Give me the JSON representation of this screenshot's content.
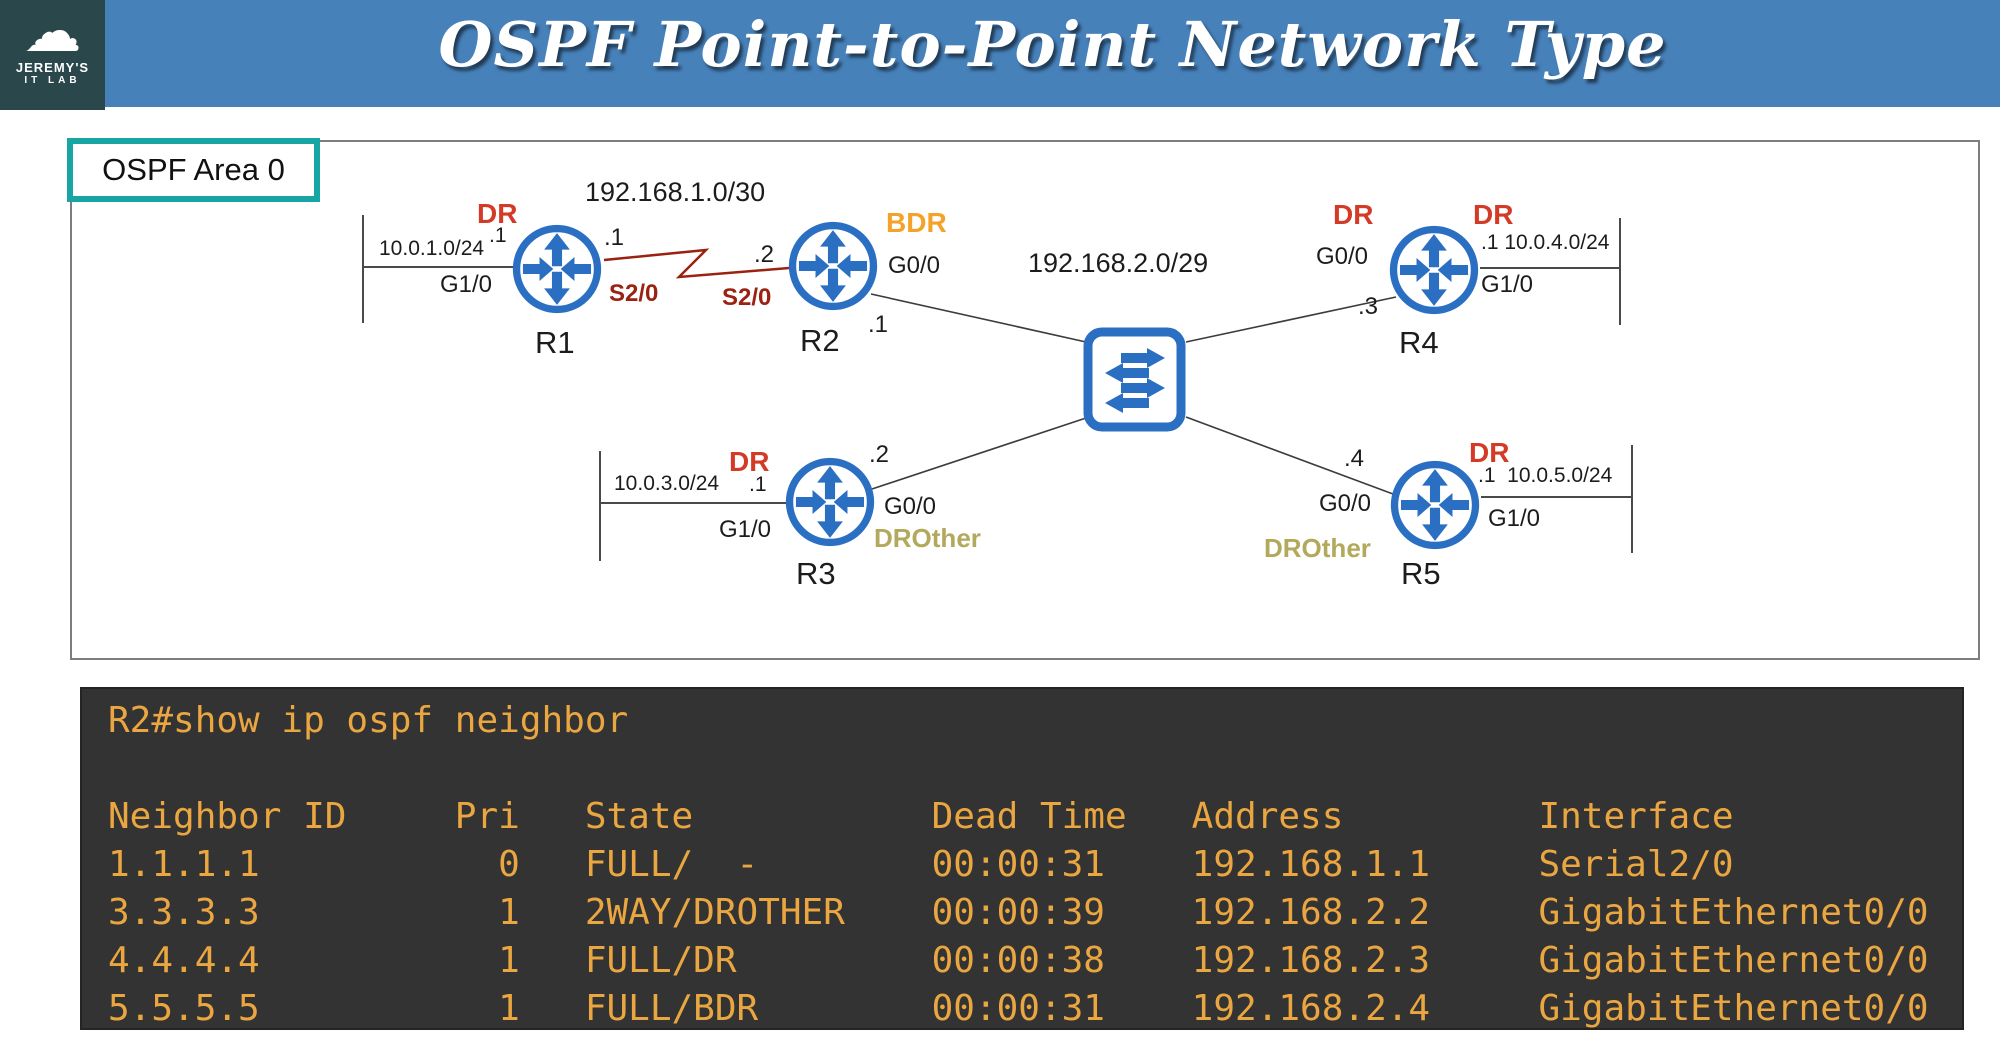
{
  "header": {
    "logo": {
      "line1": "JEREMY'S",
      "line2": "IT LAB"
    },
    "title": "OSPF Point-to-Point Network Type"
  },
  "diagram": {
    "area_label": "OSPF Area 0",
    "serial_network": "192.168.1.0/30",
    "multiaccess_network": "192.168.2.0/29",
    "r1": {
      "name": "R1",
      "role": "DR",
      "lan_network": "10.0.1.0/24",
      "lan_ip": ".1",
      "lan_if": "G1/0",
      "serial_ip": ".1",
      "serial_if": "S2/0"
    },
    "r2": {
      "name": "R2",
      "role": "BDR",
      "serial_ip": ".2",
      "serial_if": "S2/0",
      "eth_if": "G0/0",
      "eth_ip": ".1"
    },
    "r3": {
      "name": "R3",
      "lan_role": "DR",
      "eth_role": "DROther",
      "lan_network": "10.0.3.0/24",
      "lan_ip": ".1",
      "lan_if": "G1/0",
      "eth_ip": ".2",
      "eth_if": "G0/0"
    },
    "r4": {
      "name": "R4",
      "eth_role": "DR",
      "lan_role": "DR",
      "eth_if": "G0/0",
      "eth_ip": ".3",
      "lan_label": ".1 10.0.4.0/24",
      "lan_if": "G1/0"
    },
    "r5": {
      "name": "R5",
      "eth_role": "DROther",
      "lan_role": "DR",
      "eth_ip": ".4",
      "eth_if": "G0/0",
      "lan_label": ".1  10.0.5.0/24",
      "lan_if": "G1/0"
    }
  },
  "terminal": {
    "command": "R2#show ip ospf neighbor",
    "columns": [
      "Neighbor ID",
      "Pri",
      "State",
      "Dead Time",
      "Address",
      "Interface"
    ],
    "rows": [
      {
        "neighbor_id": "1.1.1.1",
        "pri": "0",
        "state": "FULL/  -",
        "dead_time": "00:00:31",
        "address": "192.168.1.1",
        "interface": "Serial2/0"
      },
      {
        "neighbor_id": "3.3.3.3",
        "pri": "1",
        "state": "2WAY/DROTHER",
        "dead_time": "00:00:39",
        "address": "192.168.2.2",
        "interface": "GigabitEthernet0/0"
      },
      {
        "neighbor_id": "4.4.4.4",
        "pri": "1",
        "state": "FULL/DR",
        "dead_time": "00:00:38",
        "address": "192.168.2.3",
        "interface": "GigabitEthernet0/0"
      },
      {
        "neighbor_id": "5.5.5.5",
        "pri": "1",
        "state": "FULL/BDR",
        "dead_time": "00:00:31",
        "address": "192.168.2.4",
        "interface": "GigabitEthernet0/0"
      }
    ]
  },
  "colors": {
    "header_blue": "#4781ba",
    "logo_bg": "#2a474b",
    "teal_border": "#17a6a3",
    "router_blue": "#2b6fc3",
    "dr_red": "#d43b26",
    "bdr_orange": "#f5a22a",
    "drother_olive": "#b3a95c",
    "serial_red": "#9b2212",
    "link_gray": "#3c3c3c",
    "terminal_bg": "#333333",
    "terminal_text": "#eaa640"
  }
}
